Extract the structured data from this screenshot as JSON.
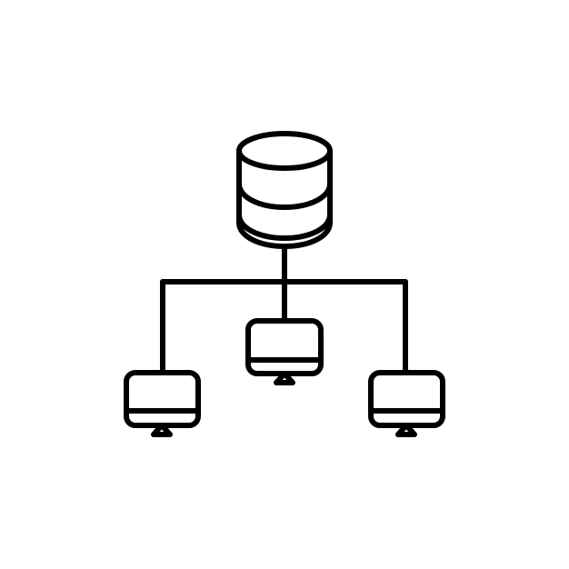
{
  "icon": {
    "name": "database-network-icon",
    "description_kind": "icon",
    "style": "outline",
    "colors": {
      "stroke": "#000000",
      "background": "#ffffff"
    },
    "parts": [
      "database-cylinder-icon",
      "network-connector-lines",
      "monitor-left-icon",
      "monitor-center-icon",
      "monitor-right-icon"
    ]
  }
}
